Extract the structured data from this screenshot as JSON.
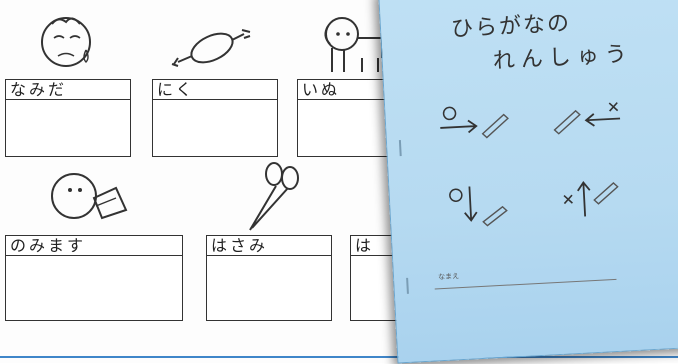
{
  "worksheet": {
    "row1": {
      "namida": "なみだ",
      "niku": "にく",
      "inu": "いぬ"
    },
    "row2": {
      "nomimasu": "のみます",
      "hasami": "はさみ",
      "partial": "は"
    }
  },
  "booklet": {
    "title_line1": "ひらがなの",
    "title_line2": "れんしゅう",
    "name_label": "なまえ",
    "color": "#bfe0f4"
  },
  "accent_color": "#3f86c9"
}
